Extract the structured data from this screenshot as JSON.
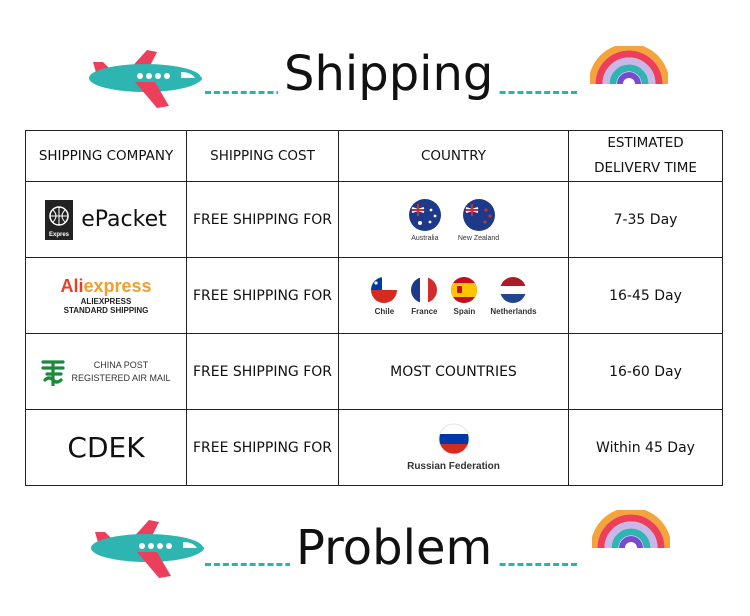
{
  "banners": {
    "top_title": "Shipping",
    "bottom_title": "Problem",
    "decorations": [
      "airplane-icon",
      "rainbow-icon"
    ],
    "colors": {
      "plane": "#2fb5b1",
      "accent": "#ec3f5b",
      "dash": "#27b4b0"
    }
  },
  "table": {
    "headers": {
      "company": "SHIPPING COMPANY",
      "cost": "SHIPPING COST",
      "country": "COUNTRY",
      "time_line1": "ESTIMATED",
      "time_line2": "DELIVERV TIME"
    },
    "rows": [
      {
        "company": {
          "logo_text": "ePacket",
          "logo_icon": "epacket-globe-icon",
          "icon_caption": "Expres"
        },
        "cost": "FREE SHIPPING FOR",
        "countries": [
          {
            "name": "Australia",
            "flag": "australia-flag-icon"
          },
          {
            "name": "New Zealand",
            "flag": "new-zealand-flag-icon"
          }
        ],
        "time": "7-35 Day"
      },
      {
        "company": {
          "brand_a": "Ali",
          "brand_b": "express",
          "line1": "ALIEXPRESS",
          "line2": "STANDARD SHIPPING"
        },
        "cost": "FREE SHIPPING FOR",
        "countries": [
          {
            "name": "Chile",
            "flag": "chile-flag-icon"
          },
          {
            "name": "France",
            "flag": "france-flag-icon"
          },
          {
            "name": "Spain",
            "flag": "spain-flag-icon"
          },
          {
            "name": "Netherlands",
            "flag": "netherlands-flag-icon"
          }
        ],
        "time": "16-45 Day"
      },
      {
        "company": {
          "line1": "CHINA POST",
          "line2": "REGISTERED AIR MAIL",
          "logo_icon": "china-post-icon"
        },
        "cost": "FREE SHIPPING FOR",
        "country_text": "MOST COUNTRIES",
        "time": "16-60 Day"
      },
      {
        "company": {
          "logo_text": "CDEK"
        },
        "cost": "FREE SHIPPING FOR",
        "countries": [
          {
            "name": "Russian Federation",
            "flag": "russia-flag-icon"
          }
        ],
        "time": "Within 45 Day"
      }
    ]
  }
}
